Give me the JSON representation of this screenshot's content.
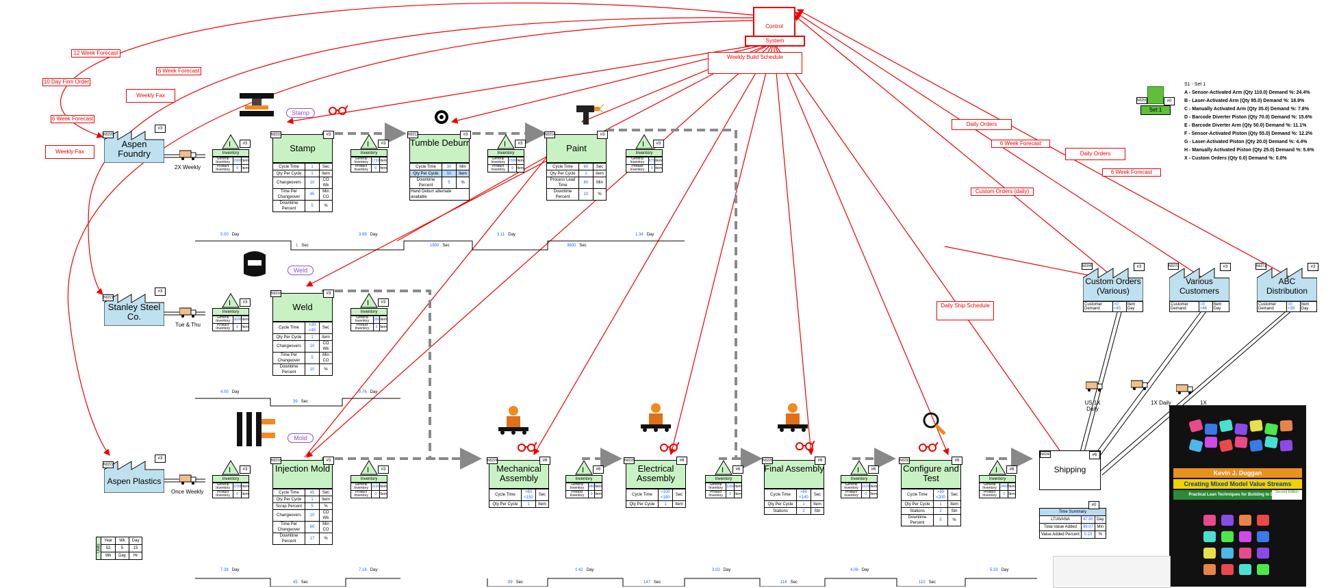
{
  "control": {
    "title": "Control",
    "subtitle": "System"
  },
  "info_labels": {
    "l12wk": "12 Week Forecast",
    "l10day": "10 Day Firm Order",
    "l6wk_a": "6 Week Forecast",
    "lweeklyfax_a": "Weekly Fax",
    "l6wk_b": "6 Week Forecast",
    "lweeklyfax_b": "Weekly Fax",
    "lweeklybuild": "Weekly Build Schedule",
    "ldaily_a": "Daily Orders",
    "l6wk_c": "6 Week Forecast",
    "ldaily_b": "Daily Orders",
    "l6wk_d": "6 Week Forecast",
    "lcustom": "Custom Orders (daily)",
    "ldailyship": "Daily Ship Schedule"
  },
  "suppliers": [
    {
      "name": "Aspen Foundry",
      "id": "N0220",
      "num": "#3",
      "freq": "2X Weekly"
    },
    {
      "name": "Stanley Steel Co.",
      "id": "N0221",
      "num": "#3",
      "freq": "Tue & Thu"
    },
    {
      "name": "Aspen Plastics",
      "id": "N0222",
      "num": "#3",
      "freq": "Once Weekly"
    }
  ],
  "customers": [
    {
      "name": "Custom Orders (Various)",
      "id": "N0245",
      "num": "#3",
      "demand_label": "Customer Demand",
      "demand": ">0 <45",
      "unit": "Item Day",
      "freq": "US 1X Daily"
    },
    {
      "name": "Various Customers",
      "id": "N0270",
      "num": "#3",
      "demand_label": "Customer Demand",
      "demand": ">0 <46",
      "unit": "Item Day",
      "freq": "1X Daily"
    },
    {
      "name": "ABC Distribution",
      "id": "N0271",
      "num": "#3",
      "demand_label": "Customer Demand",
      "demand": ">0 <39",
      "unit": "Item Day",
      "freq": "1X"
    }
  ],
  "tools": {
    "stamp": "Stamp",
    "weld": "Weld",
    "mold": "Mold"
  },
  "processes": {
    "stamp": {
      "name": "Stamp",
      "id": "N0210",
      "num": "#3",
      "rows": [
        [
          "Cycle Time",
          "1",
          "Sec"
        ],
        [
          "Qty Per Cycle",
          "1",
          "Item"
        ],
        [
          "Changeovers",
          "10",
          "CO Wk"
        ],
        [
          "Time Per Changeover",
          "45",
          "Min CO"
        ],
        [
          "Downtime Percent",
          "5",
          "%"
        ]
      ]
    },
    "tumble": {
      "name": "Tumble Deburr",
      "id": "N0212",
      "num": "#3",
      "rows": [
        [
          "Cycle Time",
          "30",
          "Min"
        ],
        [
          "Qty Per Cycle",
          "50",
          "Item"
        ],
        [
          "Downtime Percent",
          "5",
          "%"
        ],
        [
          "Hand Deburr alternate available",
          "",
          ""
        ]
      ]
    },
    "paint": {
      "name": "Paint",
      "id": "N0214",
      "num": "#3",
      "rows": [
        [
          "Cycle Time",
          "60",
          "Sec"
        ],
        [
          "Qty Per Cycle",
          "1",
          "Item"
        ],
        [
          "Process Lead Time",
          "60",
          "Min"
        ],
        [
          "Downtime Percent",
          "10",
          "%"
        ]
      ]
    },
    "weld": {
      "name": "Weld",
      "id": "N0216",
      "num": "#3",
      "rows": [
        [
          "Cycle Time",
          ">30 <45",
          "Sec"
        ],
        [
          "Qty Per Cycle",
          "1",
          "Item"
        ],
        [
          "Changeovers",
          "10",
          "CO Wk"
        ],
        [
          "Time Per Changeover",
          "5",
          "Min CO"
        ],
        [
          "Downtime Percent",
          "10",
          "%"
        ]
      ]
    },
    "mold": {
      "name": "Injection Mold",
      "id": "N0218",
      "num": "#3",
      "rows": [
        [
          "Cycle Time",
          "45",
          "Sec"
        ],
        [
          "Qty Per Cycle",
          "1",
          "Item"
        ],
        [
          "Scrap Percent",
          "5",
          "%"
        ],
        [
          "Changeovers",
          "10",
          "CO Wk"
        ],
        [
          "Time Per Changeover",
          "60",
          "Min CO"
        ],
        [
          "Downtime Percent",
          "17",
          "%"
        ]
      ]
    },
    "mech": {
      "name": "Mechanical Assembly",
      "id": "N0224",
      "num": "#6",
      "rows": [
        [
          "Cycle Time",
          ">60 <150",
          "Sec"
        ],
        [
          "Qty Per Cycle",
          "1",
          "Item"
        ]
      ]
    },
    "elec": {
      "name": "Electrical Assembly",
      "id": "N0226",
      "num": "#6",
      "rows": [
        [
          "Cycle Time",
          ">100 <180",
          "Sec"
        ],
        [
          "Qty Per Cycle",
          "1",
          "Item"
        ]
      ]
    },
    "final": {
      "name": "Final Assembly",
      "id": "N0228",
      "num": "#6",
      "rows": [
        [
          "Cycle Time",
          ">80 <140",
          "Sec"
        ],
        [
          "Qty Per Cycle",
          "1",
          "Item"
        ],
        [
          "Stations",
          "2",
          "Stn"
        ]
      ]
    },
    "config": {
      "name": "Configure and Test",
      "id": "N0230",
      "num": "#6",
      "rows": [
        [
          "Cycle Time",
          ">90 <200",
          "Sec"
        ],
        [
          "Qty Per Cycle",
          "1",
          "Item"
        ],
        [
          "Stations",
          "2",
          "Stn"
        ],
        [
          "Downtime Percent",
          "5",
          "%"
        ]
      ]
    },
    "shipping": {
      "name": "Shipping",
      "id": "N0240",
      "num": "#6"
    }
  },
  "inventory": {
    "label": "Inventory",
    "row1": "General Inventory",
    "row2": "Product Inventory",
    "items": [
      {
        "key": "i1",
        "num": "#3",
        "gen": "2000",
        "prod": "0",
        "unit": "Item"
      },
      {
        "key": "i2",
        "num": "#3",
        "gen": "1732",
        "prod": "0",
        "unit": "Item"
      },
      {
        "key": "i3",
        "num": "#3",
        "gen": "1500",
        "prod": "0",
        "unit": "Item"
      },
      {
        "key": "i4",
        "num": "#3",
        "gen": "875",
        "prod": "0",
        "unit": "Item"
      },
      {
        "key": "i5",
        "num": "#3",
        "gen": "3600",
        "prod": "0",
        "unit": "Item"
      },
      {
        "key": "i6",
        "num": "#3",
        "gen": "350",
        "prod": "0",
        "unit": "Item"
      },
      {
        "key": "i7",
        "num": "#3",
        "gen": "3780",
        "prod": "0",
        "unit": "Item"
      },
      {
        "key": "i8",
        "num": "#3",
        "gen": "3220",
        "prod": "0",
        "unit": "Item"
      },
      {
        "key": "i9",
        "num": "#6",
        "gen": "980",
        "prod": "0",
        "unit": "Item"
      },
      {
        "key": "i10",
        "num": "#6",
        "gen": "1260",
        "prod": "0",
        "unit": "Item"
      },
      {
        "key": "i11",
        "num": "#6",
        "gen": "1620",
        "prod": "0",
        "unit": "Item"
      },
      {
        "key": "i12",
        "num": "#6",
        "gen": "2400",
        "prod": "0",
        "unit": "Item"
      }
    ]
  },
  "timelines": {
    "row1": [
      {
        "v": "5.00",
        "u": "Day"
      },
      {
        "v": "1",
        "u": "Sec"
      },
      {
        "v": "3.89",
        "u": "Day"
      },
      {
        "v": "1800",
        "u": "Sec"
      },
      {
        "v": "3.11",
        "u": "Day"
      },
      {
        "v": "3600",
        "u": "Sec"
      },
      {
        "v": "1.34",
        "u": "Day"
      }
    ],
    "row2": [
      {
        "v": "4.00",
        "u": "Day"
      },
      {
        "v": "39",
        "u": "Sec"
      },
      {
        "v": "0.76",
        "u": "Day"
      }
    ],
    "row3": [
      {
        "v": "7.38",
        "u": "Day"
      },
      {
        "v": "45",
        "u": "Sec"
      },
      {
        "v": "7.16",
        "u": "Day"
      },
      {
        "v": "89",
        "u": "Sec"
      },
      {
        "v": "1.42",
        "u": "Day"
      },
      {
        "v": "147",
        "u": "Sec"
      },
      {
        "v": "3.02",
        "u": "Day"
      },
      {
        "v": "114",
        "u": "Sec"
      },
      {
        "v": "4.06",
        "u": "Day"
      },
      {
        "v": "110",
        "u": "Sec"
      },
      {
        "v": "5.33",
        "u": "Day"
      }
    ]
  },
  "units": {
    "label": "Units",
    "row1": [
      "Year",
      "Wk",
      "Day"
    ],
    "row2": [
      "52",
      "5",
      "15"
    ],
    "row3": [
      "Wk",
      "Day",
      "Hr"
    ]
  },
  "time_summary": {
    "title": "Time Summary",
    "num": "#0",
    "rows": [
      [
        "LT/AVANA",
        "47.80",
        "Day"
      ],
      [
        "Total Value Added",
        "99.07",
        "Min"
      ],
      [
        "Value Added Percent",
        "0.23",
        "%"
      ]
    ]
  },
  "set": {
    "label": "Set 1",
    "id": "N0250",
    "num": "#0"
  },
  "legend": {
    "title": "S1 - Set 1",
    "items": [
      "A - Sensor-Activated Arm (Qty 110.0) Demand %: 24.4%",
      "B - Laser-Activated Arm (Qty 85.0) Demand %: 18.9%",
      "C - Manually Activated Arm (Qty 35.0) Demand %: 7.8%",
      "D - Barcode Diverter Piston (Qty 70.0) Demand %: 15.6%",
      "E - Barcode Diverter Arm (Qty 50.0) Demand %: 11.1%",
      "F - Sensor-Activated Piston (Qty 55.0) Demand %: 12.2%",
      "G - Laser-Activated Piston (Qty 20.0) Demand %: 4.4%",
      "H - Manually Activated Piston (Qty 25.0) Demand %: 5.6%",
      "X - Custom Orders (Qty 0.0) Demand %: 0.0%"
    ]
  },
  "book": {
    "author": "Kevin J. Duggan",
    "title": "Creating Mixed Model Value Streams",
    "subtitle": "Practical Lean Techniques for Building to Demand",
    "edition": "Second Edition"
  },
  "colors": {
    "info": "#e00000",
    "process": "#c9f2c4",
    "factory": "#bfe0ef",
    "value": "#1f5fff",
    "kaizen": "#8a4fd9"
  }
}
